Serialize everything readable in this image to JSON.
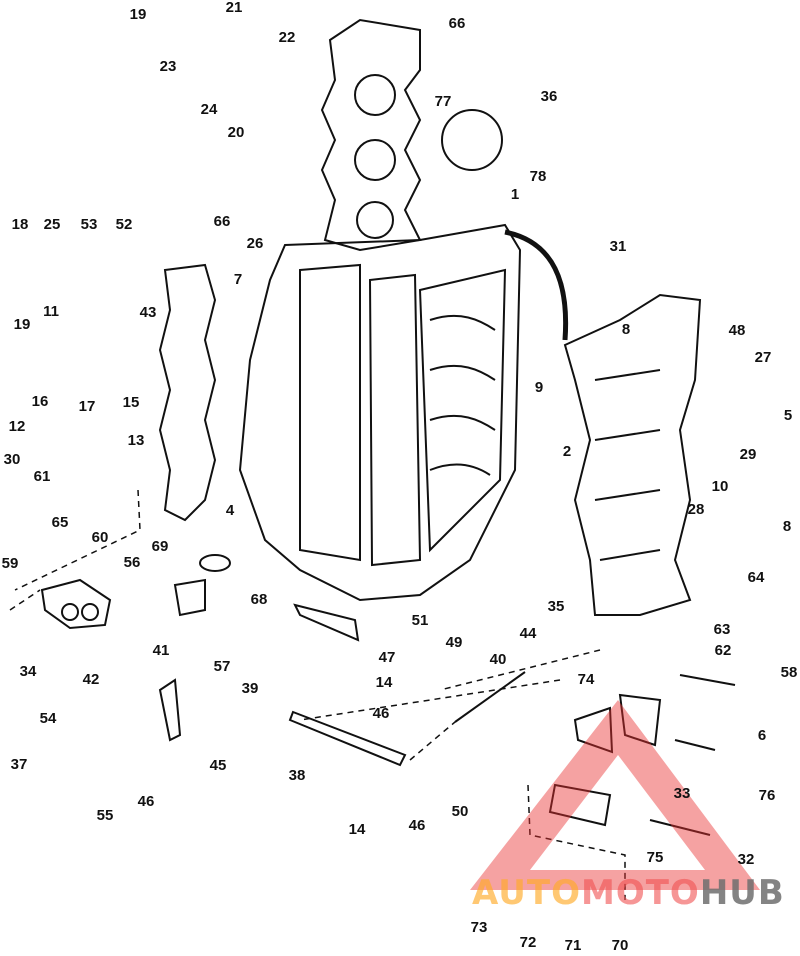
{
  "diagram": {
    "type": "exploded-parts-view",
    "callouts": [
      "19",
      "21",
      "22",
      "23",
      "24",
      "20",
      "66",
      "36",
      "77",
      "78",
      "1",
      "31",
      "18",
      "25",
      "53",
      "52",
      "66",
      "26",
      "7",
      "11",
      "43",
      "19",
      "8",
      "48",
      "27",
      "9",
      "16",
      "17",
      "15",
      "5",
      "12",
      "2",
      "13",
      "29",
      "30",
      "61",
      "10",
      "4",
      "65",
      "60",
      "28",
      "8",
      "69",
      "59",
      "56",
      "64",
      "35",
      "68",
      "51",
      "63",
      "44",
      "62",
      "41",
      "49",
      "40",
      "57",
      "47",
      "34",
      "58",
      "74",
      "39",
      "14",
      "42",
      "46",
      "54",
      "6",
      "45",
      "37",
      "38",
      "76",
      "33",
      "46",
      "55",
      "50",
      "14",
      "46",
      "75",
      "32",
      "73",
      "72",
      "71",
      "70"
    ]
  },
  "watermark": {
    "part1": "AUTO",
    "part2": "MOTO",
    "part3": "HUB",
    "color": "#e83030"
  }
}
